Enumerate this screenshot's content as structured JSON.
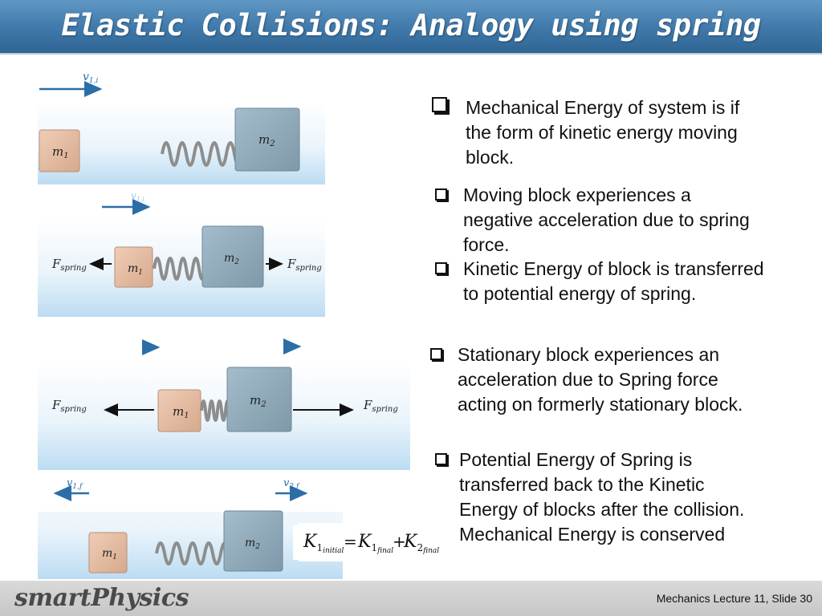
{
  "slide": {
    "title": "Elastic Collisions: Analogy using spring",
    "footer_logo": "smartPhysics",
    "footer_info": "Mechanics  Lecture 11, Slide 30"
  },
  "figures": {
    "mass1": "m",
    "mass1_sub": "1",
    "mass2": "m",
    "mass2_sub": "2",
    "v1i": "v",
    "v1i_sub": "1,i",
    "v1f_sub": "1,f",
    "v2f_sub": "2,f",
    "fspring": "F",
    "fspring_sub": "spring",
    "eq_k": "K",
    "eq_1": "1",
    "eq_2": "2",
    "eq_initial": "initial",
    "eq_final": "final",
    "eq_eq": "=",
    "eq_plus": "+"
  },
  "bullets": [
    {
      "text": "Mechanical Energy of system is if the form of kinetic energy moving block."
    },
    {
      "text": "Moving block experiences a negative acceleration due to spring force."
    },
    {
      "text": "Kinetic Energy of block is transferred to potential energy of spring."
    },
    {
      "text": "Stationary block experiences an acceleration due to Spring force acting on formerly stationary block."
    },
    {
      "text": "Potential Energy of Spring is transferred back to the Kinetic Energy of blocks after the collision. Mechanical Energy is conserved"
    }
  ],
  "colors": {
    "title_bar": "#3f78a9",
    "block_m1": "#dfb59d",
    "block_m2": "#8fa8b8",
    "arrow_blue": "#2b6ea7",
    "floor_light": "#cfe6f6"
  }
}
